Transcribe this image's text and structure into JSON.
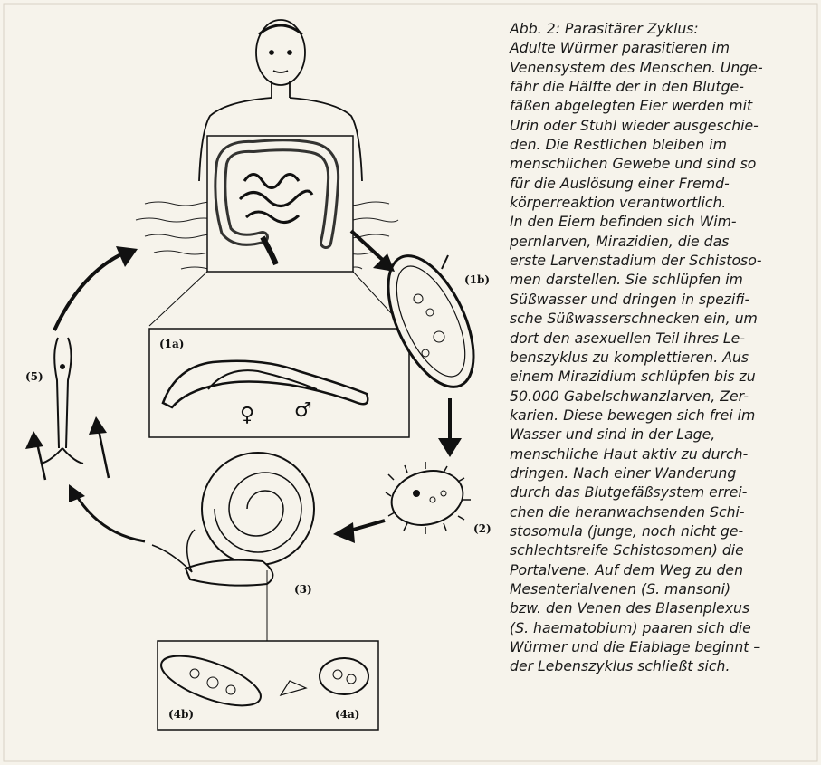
{
  "diagram": {
    "labels": {
      "l1a": "(1a)",
      "l1b": "(1b)",
      "l2": "(2)",
      "l3": "(3)",
      "l4a": "(4a)",
      "l4b": "(4b)",
      "l5": "(5)"
    },
    "symbols": {
      "female": "♀",
      "male": "♂"
    }
  },
  "caption": {
    "lines": [
      "Abb. 2: Parasitärer Zyklus:",
      "Adulte Würmer parasitieren im",
      "Venensystem des Menschen. Unge-",
      "fähr die Hälfte der in den Blutge-",
      "fäßen abgelegten Eier werden mit",
      "Urin oder Stuhl wieder ausgeschie-",
      "den. Die Restlichen bleiben im",
      "menschlichen Gewebe und sind so",
      "für die Auslösung einer Fremd-",
      "körperreaktion verantwortlich.",
      "In den Eiern befinden sich Wim-",
      "pernlarven, Mirazidien, die das",
      "erste Larvenstadium der Schistoso-",
      "men darstellen. Sie schlüpfen im",
      "Süßwasser und dringen in spezifi-",
      "sche Süßwasserschnecken ein, um",
      "dort den asexuellen Teil ihres Le-",
      "benszyklus zu komplettieren. Aus",
      "einem Mirazidium schlüpfen bis zu",
      "50.000 Gabelschwanzlarven, Zer-",
      "karien. Diese bewegen sich frei im",
      "Wasser und sind in der Lage,",
      "menschliche Haut aktiv zu durch-",
      "dringen. Nach einer Wanderung",
      "durch das Blutgefäßsystem errei-",
      "chen die heranwachsenden Schi-",
      "stosomula (junge, noch nicht ge-",
      "schlechtsreife Schistosomen) die",
      "Portalvene. Auf dem Weg zu den",
      "Mesenterialvenen (S. mansoni)",
      "bzw. den Venen des Blasenplexus",
      "(S. haematobium) paaren sich die",
      "Würmer und die Eiablage beginnt –",
      "der Lebenszyklus schließt sich."
    ]
  }
}
